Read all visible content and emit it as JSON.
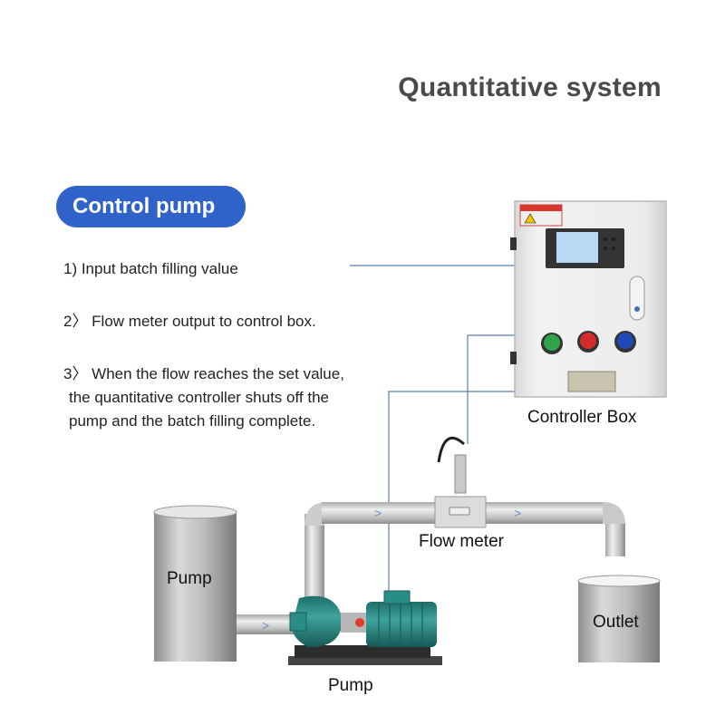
{
  "title": "Quantitative system",
  "section_label": "Control pump",
  "steps": {
    "s1": "1)  Input batch filling value",
    "s2": "2〉 Flow meter output to control box.",
    "s3_l1": "3〉 When the flow reaches the set value,",
    "s3_l2": "the quantitative controller shuts off the",
    "s3_l3": "pump and the  batch filling complete."
  },
  "labels": {
    "controller_box": "Controller Box",
    "flow_meter": "Flow meter",
    "pump_tank": "Pump",
    "pump": "Pump",
    "outlet": "Outlet"
  },
  "colors": {
    "accent": "#2f63c9",
    "leader_line": "#5a7fb0",
    "pipe": "#c8c8c8",
    "motor": "#2a8c86"
  }
}
